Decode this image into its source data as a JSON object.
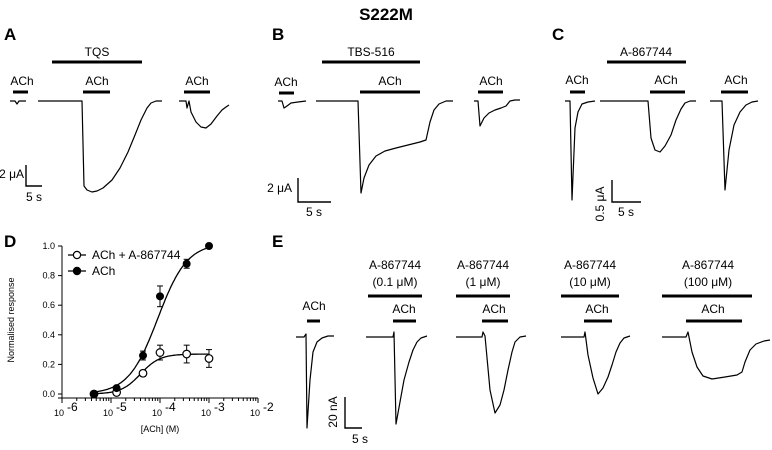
{
  "figure": {
    "title": "S222M",
    "panels": {
      "A": {
        "letter": "A",
        "drug_label": "TQS",
        "ach_label": "ACh",
        "scale_y": "2 μA",
        "scale_x": "5 s"
      },
      "B": {
        "letter": "B",
        "drug_label": "TBS-516",
        "ach_label": "ACh",
        "scale_y": "2 μA",
        "scale_x": "5 s"
      },
      "C": {
        "letter": "C",
        "drug_label": "A-867744",
        "ach_label": "ACh",
        "scale_y": "0.5 μA",
        "scale_x": "5 s"
      },
      "D": {
        "letter": "D"
      },
      "E": {
        "letter": "E",
        "ach_label": "ACh",
        "drug_name": "A-867744",
        "concentrations": [
          "(0.1 μM)",
          "(1 μM)",
          "(10 μM)",
          "(100 μM)"
        ],
        "scale_y": "20 nA",
        "scale_x": "5 s"
      }
    }
  },
  "chart_data": {
    "type": "scatter",
    "title": "",
    "xlabel": "[ACh] (M)",
    "ylabel": "Normalised response",
    "x_scale": "log",
    "xlim": [
      1e-06,
      0.01
    ],
    "ylim": [
      0,
      1.0
    ],
    "x_tick_labels": [
      "10",
      "10",
      "10",
      "10",
      "10"
    ],
    "x_tick_exponents": [
      "-6",
      "-5",
      "-4",
      "-3",
      "-2"
    ],
    "y_tick_labels": [
      "0.0",
      "0.2",
      "0.4",
      "0.6",
      "0.8",
      "1.0"
    ],
    "legend_position": "top-left",
    "grid": false,
    "series": [
      {
        "name": "ACh + A-867744",
        "marker": "open-circle",
        "x": [
          4.5e-06,
          1.3e-05,
          4.5e-05,
          0.0001,
          0.00035,
          0.001
        ],
        "y": [
          0.0,
          0.01,
          0.14,
          0.28,
          0.27,
          0.24
        ],
        "err": [
          0.0,
          0.01,
          0.02,
          0.05,
          0.06,
          0.06
        ]
      },
      {
        "name": "ACh",
        "marker": "filled-circle",
        "x": [
          4.5e-06,
          1.3e-05,
          4.5e-05,
          0.0001,
          0.00035,
          0.001
        ],
        "y": [
          0.0,
          0.04,
          0.26,
          0.66,
          0.88,
          1.0
        ],
        "err": [
          0.0,
          0.01,
          0.03,
          0.07,
          0.03,
          0.0
        ]
      }
    ]
  }
}
